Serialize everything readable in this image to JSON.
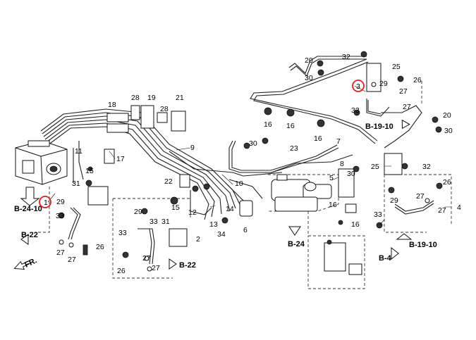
{
  "callouts": {
    "c1": "1",
    "c2": "2",
    "c3": "3",
    "c4": "4",
    "c5": "5",
    "c6": "6",
    "c7": "7",
    "c8": "8",
    "c9": "9",
    "c10": "10",
    "c11": "11",
    "c12": "12",
    "c13": "13",
    "c14": "14",
    "c15a": "15",
    "c15b": "15",
    "c16a": "16",
    "c16b": "16",
    "c16c": "16",
    "c16d": "16",
    "c16e": "16",
    "c17": "17",
    "c18": "18",
    "c19": "19",
    "c20a": "20",
    "c20b": "20",
    "c21": "21",
    "c22": "22",
    "c23": "23",
    "c25a": "25",
    "c25b": "25",
    "c26a": "26",
    "c26b": "26",
    "c26c": "26",
    "c26d": "26",
    "c27a": "27",
    "c27b": "27",
    "c27c": "27",
    "c27d": "27",
    "c27e": "27",
    "c27f": "27",
    "c27g": "27",
    "c27h": "27",
    "c28a": "28",
    "c28b": "28",
    "c29a": "29",
    "c29b": "29",
    "c29c": "29",
    "c29d": "29",
    "c30a": "30",
    "c30b": "30",
    "c30c": "30",
    "c30d": "30",
    "c31a": "31",
    "c31b": "31",
    "c32a": "32",
    "c32b": "32",
    "c33a": "33",
    "c33b": "33",
    "c33c": "33",
    "c33d": "33",
    "c33e": "33",
    "c34": "34"
  },
  "refs": {
    "r_b2410": "B-24-10",
    "r_b22a": "B-22",
    "r_b22b": "B-22",
    "r_b24": "B-24",
    "r_b1910a": "B-19-10",
    "r_b1910b": "B-19-10",
    "r_b4": "B-4"
  },
  "front_label": "FR.",
  "highlight_color": "#e02020"
}
